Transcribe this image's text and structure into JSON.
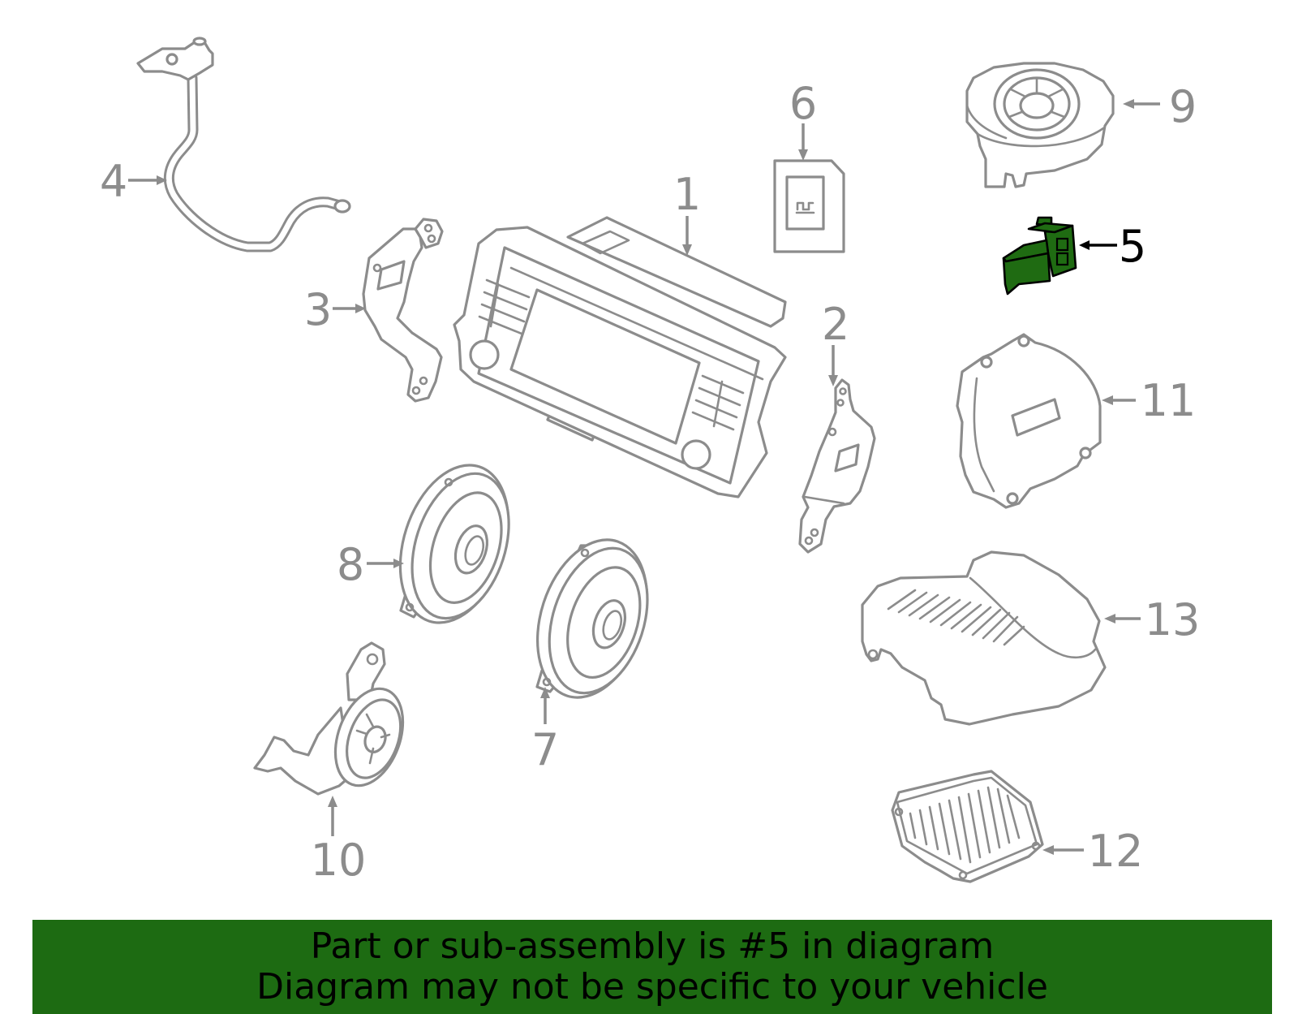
{
  "colors": {
    "background": "#ffffff",
    "line": "#8c8c8c",
    "highlight_fill": "#1f6b12",
    "highlight_stroke": "#000000",
    "highlight_label": "#000000",
    "banner_bg": "#1d6b12",
    "banner_text": "#000000"
  },
  "callouts": [
    {
      "label": "1"
    },
    {
      "label": "2"
    },
    {
      "label": "3"
    },
    {
      "label": "4"
    },
    {
      "label": "5"
    },
    {
      "label": "6"
    },
    {
      "label": "7"
    },
    {
      "label": "8"
    },
    {
      "label": "9"
    },
    {
      "label": "10"
    },
    {
      "label": "11"
    },
    {
      "label": "12"
    },
    {
      "label": "13"
    }
  ],
  "banner": {
    "line1": "Part or sub-assembly is #5 in diagram",
    "line2": "Diagram may not be specific to your vehicle"
  }
}
